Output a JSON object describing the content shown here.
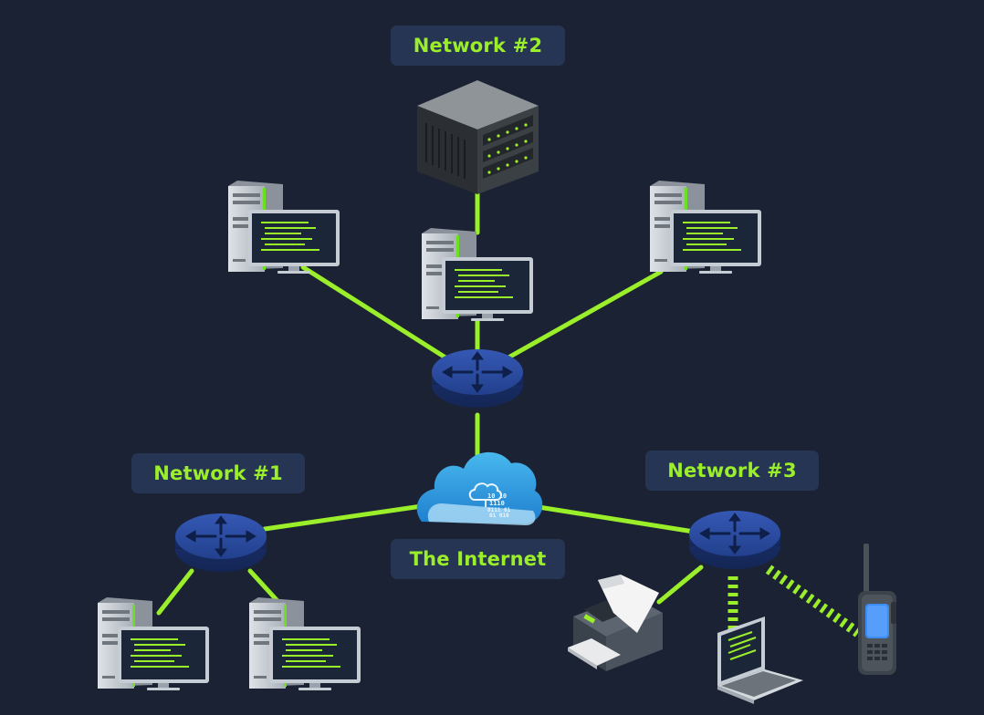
{
  "diagram": {
    "labels": {
      "network2": "Network #2",
      "network1": "Network #1",
      "network3": "Network #3",
      "internet": "The Internet"
    },
    "cloud_text": [
      "10  10",
      "1110",
      "0111 01",
      "01  010"
    ],
    "colors": {
      "background": "#1b2234",
      "label_bg": "#253553",
      "label_text": "#9bef2a",
      "link": "#9bef2a",
      "router": "#2a4a9c",
      "cloud": "#3aa6e3",
      "screen_code": "#9bef2a"
    },
    "nodes": [
      {
        "id": "server-network2",
        "type": "rack-server-icon"
      },
      {
        "id": "router-network2",
        "type": "router-icon"
      },
      {
        "id": "router-network1",
        "type": "router-icon"
      },
      {
        "id": "router-network3",
        "type": "router-icon"
      },
      {
        "id": "internet-cloud",
        "type": "cloud-icon"
      },
      {
        "id": "desktop-network2-left",
        "type": "desktop-icon"
      },
      {
        "id": "desktop-network2-center",
        "type": "desktop-icon"
      },
      {
        "id": "desktop-network2-right",
        "type": "desktop-icon"
      },
      {
        "id": "desktop-network1-left",
        "type": "desktop-icon"
      },
      {
        "id": "desktop-network1-right",
        "type": "desktop-icon"
      },
      {
        "id": "printer-network3",
        "type": "printer-icon"
      },
      {
        "id": "laptop-network3",
        "type": "laptop-icon"
      },
      {
        "id": "radio-network3",
        "type": "radio-icon"
      }
    ],
    "edges": [
      {
        "from": "server-network2",
        "to": "desktop-network2-center",
        "style": "solid"
      },
      {
        "from": "desktop-network2-center",
        "to": "router-network2",
        "style": "solid"
      },
      {
        "from": "desktop-network2-left",
        "to": "router-network2",
        "style": "solid"
      },
      {
        "from": "desktop-network2-right",
        "to": "router-network2",
        "style": "solid"
      },
      {
        "from": "router-network2",
        "to": "internet-cloud",
        "style": "solid"
      },
      {
        "from": "internet-cloud",
        "to": "router-network1",
        "style": "solid"
      },
      {
        "from": "internet-cloud",
        "to": "router-network3",
        "style": "solid"
      },
      {
        "from": "router-network1",
        "to": "desktop-network1-left",
        "style": "solid"
      },
      {
        "from": "router-network1",
        "to": "desktop-network1-right",
        "style": "solid"
      },
      {
        "from": "router-network3",
        "to": "printer-network3",
        "style": "solid"
      },
      {
        "from": "router-network3",
        "to": "laptop-network3",
        "style": "wireless"
      },
      {
        "from": "router-network3",
        "to": "radio-network3",
        "style": "wireless"
      }
    ]
  }
}
